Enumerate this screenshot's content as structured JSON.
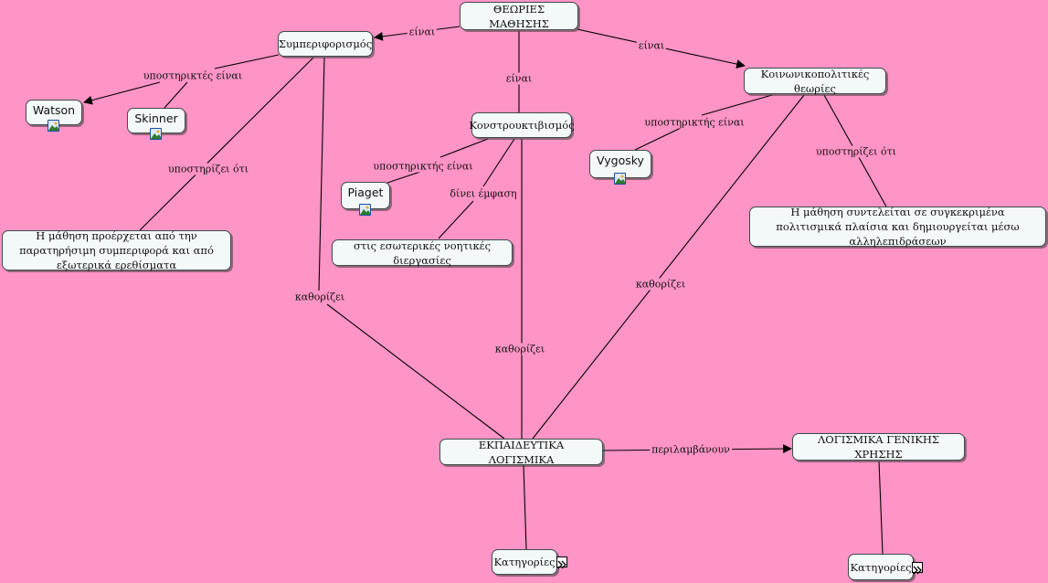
{
  "nodes": {
    "theories": "ΘΕΩΡΙΕΣ ΜΑΘΗΣΗΣ",
    "behaviorism": "Συμπεριφορισμός",
    "constructivism": "Κονστρουκτιβισμός",
    "sociocultural": "Κοινωνικοπολιτικές θεωρίες",
    "watson": "Watson",
    "skinner": "Skinner",
    "piaget": "Piaget",
    "vygosky": "Vygosky",
    "behaviorism_claim": "Η μάθηση προέρχεται από την παρατηρήσιμη συμπεριφορά και από εξωτερικά ερεθίσματα",
    "inner_processes": "στις εσωτερικές νοητικές διεργασίες",
    "sociocultural_claim": "Η μάθηση συντελείται σε συγκεκριμένα πολιτισμικά πλαίσια και δημιουργείται μέσω αλληλεπιδράσεων",
    "educational_software": "ΕΚΠΑΙΔΕΥΤΙΚΑ ΛΟΓΙΣΜΙΚΑ",
    "general_software": "ΛΟΓΙΣΜΙΚΑ ΓΕΝΙΚΗΣ ΧΡΗΣΗΣ",
    "categories_1": "Κατηγορίες",
    "categories_2": "Κατηγορίες"
  },
  "links": {
    "are_behaviorism": "είναι",
    "are_constructivism": "είναι",
    "are_sociocultural": "είναι",
    "supporters_are_behaviorism": "υποστηρικτές είναι",
    "supports_that_behaviorism": "υποστηρίζει ότι",
    "supporter_is_piaget": "υποστηρικτής είναι",
    "emphasizes": "δίνει έμφαση",
    "supporter_is_vygosky": "υποστηρικτής είναι",
    "supports_that_sociocultural": "υποστηρίζει ότι",
    "determines_1": "καθορίζει",
    "determines_2": "καθορίζει",
    "determines_3": "καθορίζει",
    "include": "περιλαμβάνουν"
  },
  "colors": {
    "background": "#ff94c6",
    "node_fill": "#f3f8f8",
    "node_border": "#3e4c4c",
    "line": "#000000"
  }
}
